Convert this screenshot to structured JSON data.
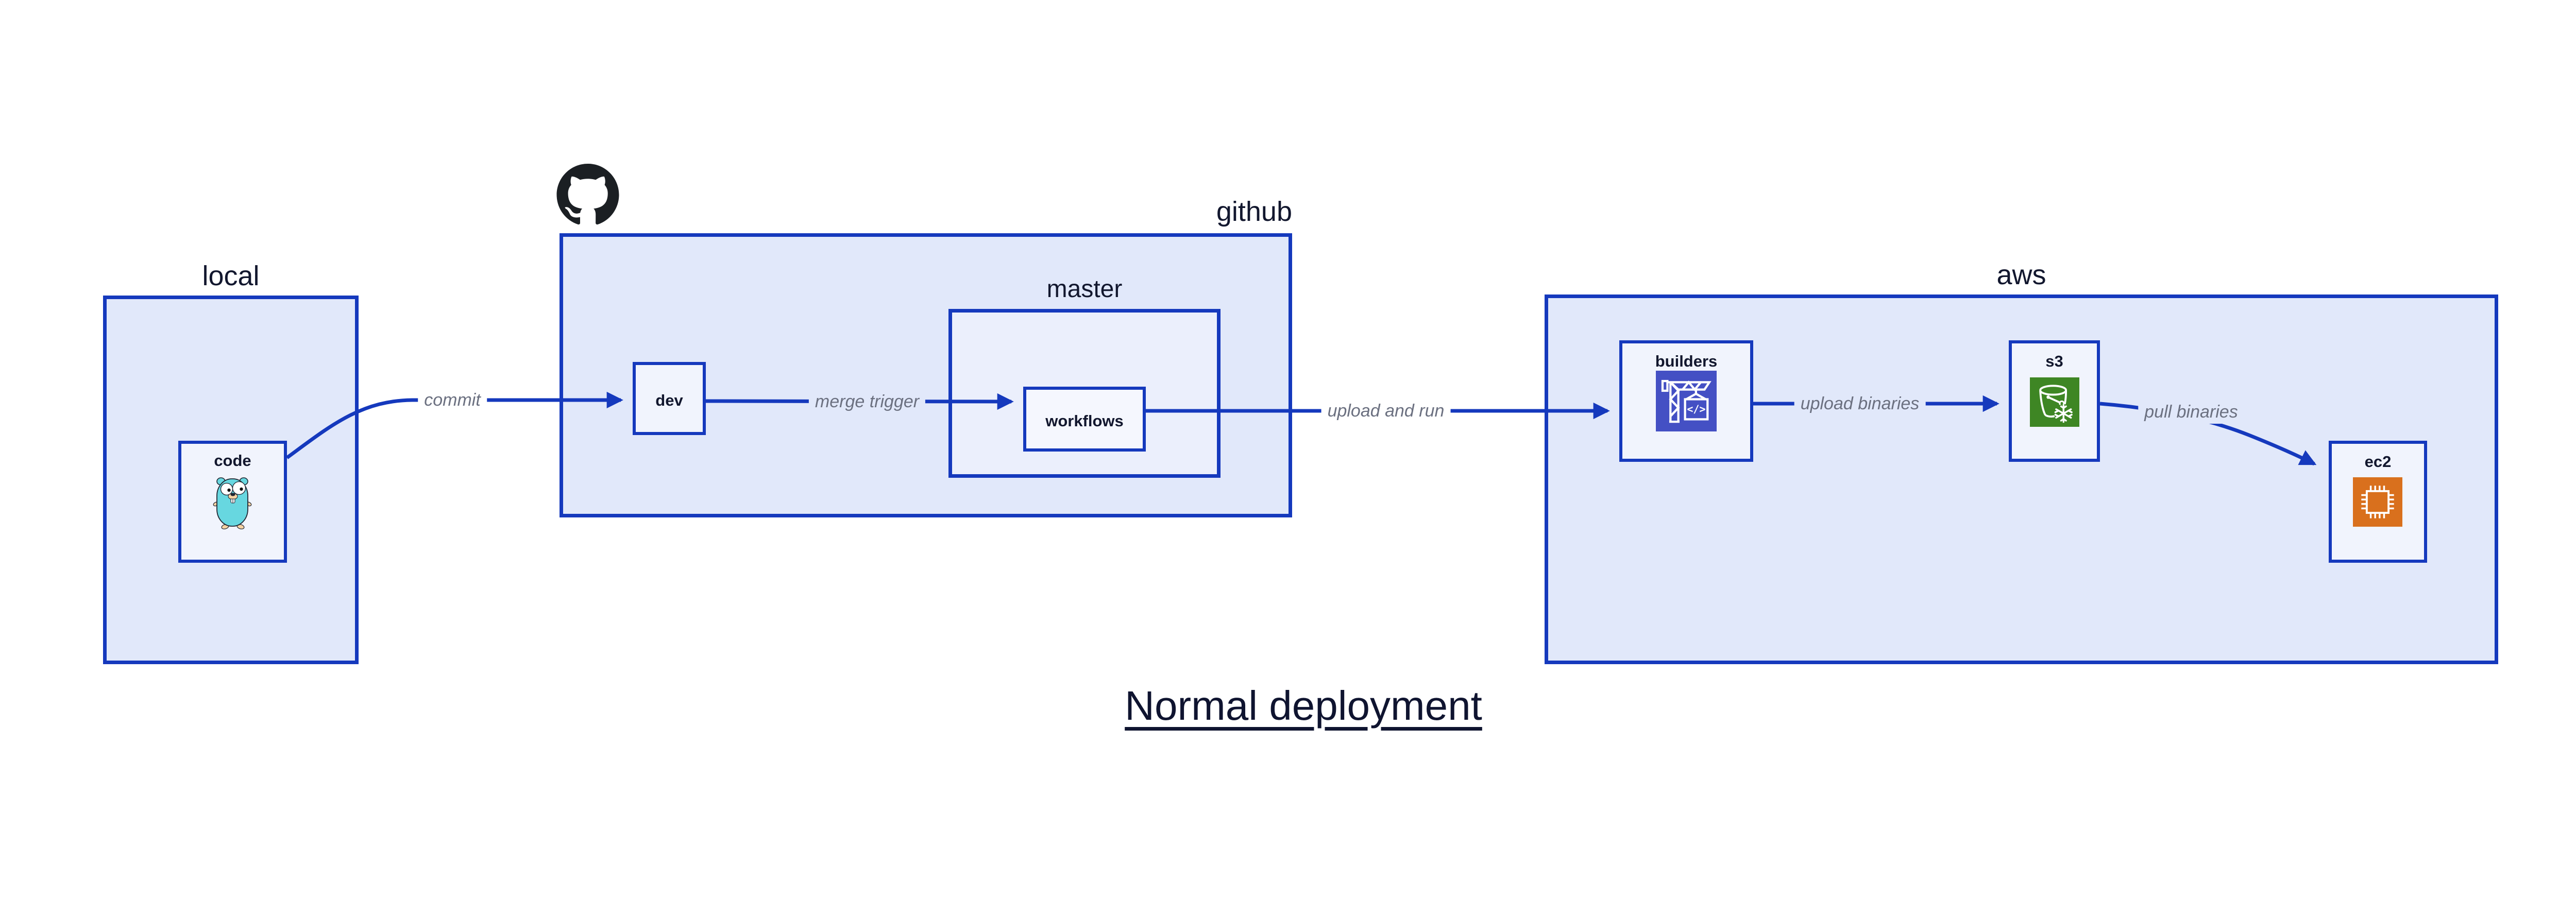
{
  "diagram": {
    "title": "Normal deployment",
    "colors": {
      "stroke_blue": "#1539bd",
      "container_fill": "#e1e8fa",
      "mid_fill": "#ebeffc",
      "leaf_fill": "#f1f4fd",
      "label_navy": "#12172e",
      "edge_label_gray": "#6b7080",
      "codebuild_blue": "#4450c4",
      "s3_glacier_green": "#3e8624",
      "ec2_orange": "#d9701d",
      "github_black": "#1b1f23",
      "gopher_teal": "#67d7e0"
    },
    "containers": {
      "local": {
        "label": "local"
      },
      "github": {
        "label": "github"
      },
      "master": {
        "label": "master"
      },
      "aws": {
        "label": "aws"
      }
    },
    "nodes": {
      "code": {
        "label": "code",
        "icon": "go-gopher-icon"
      },
      "dev": {
        "label": "dev"
      },
      "workflows": {
        "label": "workflows"
      },
      "builders": {
        "label": "builders",
        "icon": "aws-codebuild-icon",
        "icon_text": "</>"
      },
      "s3": {
        "label": "s3",
        "icon": "aws-s3-glacier-icon"
      },
      "ec2": {
        "label": "ec2",
        "icon": "aws-ec2-icon"
      }
    },
    "edges": [
      {
        "from": "code",
        "to": "dev",
        "label": "commit"
      },
      {
        "from": "dev",
        "to": "workflows",
        "label": "merge trigger"
      },
      {
        "from": "workflows",
        "to": "builders",
        "label": "upload and run"
      },
      {
        "from": "builders",
        "to": "s3",
        "label": "upload binaries"
      },
      {
        "from": "s3",
        "to": "ec2",
        "label": "pull binaries"
      }
    ]
  }
}
